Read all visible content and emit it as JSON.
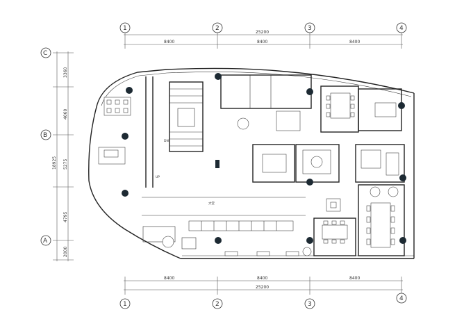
{
  "grid": {
    "columns": [
      "1",
      "2",
      "3",
      "4"
    ],
    "rows": [
      "C",
      "B",
      "A"
    ]
  },
  "dimensions": {
    "top_segments": [
      "8400",
      "8400",
      "8400"
    ],
    "top_total": "25200",
    "bottom_segments": [
      "8400",
      "8400",
      "8400"
    ],
    "bottom_total": "25200",
    "left_segments": [
      "3360",
      "4060",
      "5275",
      "4795",
      "2000"
    ],
    "left_total": "18925"
  },
  "rooms": {
    "lobby": "大堂",
    "stair_label": "DN",
    "up_label": "UP"
  },
  "colors": {
    "column": "#1d2a33",
    "line": "#333333"
  }
}
